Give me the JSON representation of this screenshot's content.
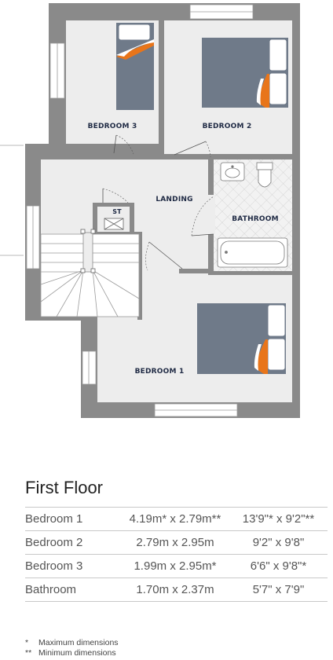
{
  "plan": {
    "rooms": [
      {
        "id": "bedroom3",
        "label": "BEDROOM 3"
      },
      {
        "id": "bedroom2",
        "label": "BEDROOM 2"
      },
      {
        "id": "landing",
        "label": "LANDING"
      },
      {
        "id": "store",
        "label": "ST"
      },
      {
        "id": "bathroom",
        "label": "BATHROOM"
      },
      {
        "id": "bedroom1",
        "label": "BEDROOM 1"
      }
    ]
  },
  "section_title": "First Floor",
  "dimensions": [
    {
      "room": "Bedroom 1",
      "metric": "4.19m* x 2.79m**",
      "imperial": "13'9\"* x 9'2\"**"
    },
    {
      "room": "Bedroom 2",
      "metric": "2.79m x 2.95m",
      "imperial": "9'2\" x 9'8\""
    },
    {
      "room": "Bedroom 3",
      "metric": "1.99m x 2.95m*",
      "imperial": "6'6\" x 9'8\"*"
    },
    {
      "room": "Bathroom",
      "metric": "1.70m x 2.37m",
      "imperial": "5'7\" x 7'9\""
    }
  ],
  "notes": [
    {
      "marker": "*",
      "text": "Maximum dimensions"
    },
    {
      "marker": "**",
      "text": "Minimum dimensions"
    }
  ],
  "colors": {
    "wall": "#8a8a8a",
    "floor": "#ededed",
    "bed": "#6f7a89",
    "accent": "#e8751a"
  }
}
